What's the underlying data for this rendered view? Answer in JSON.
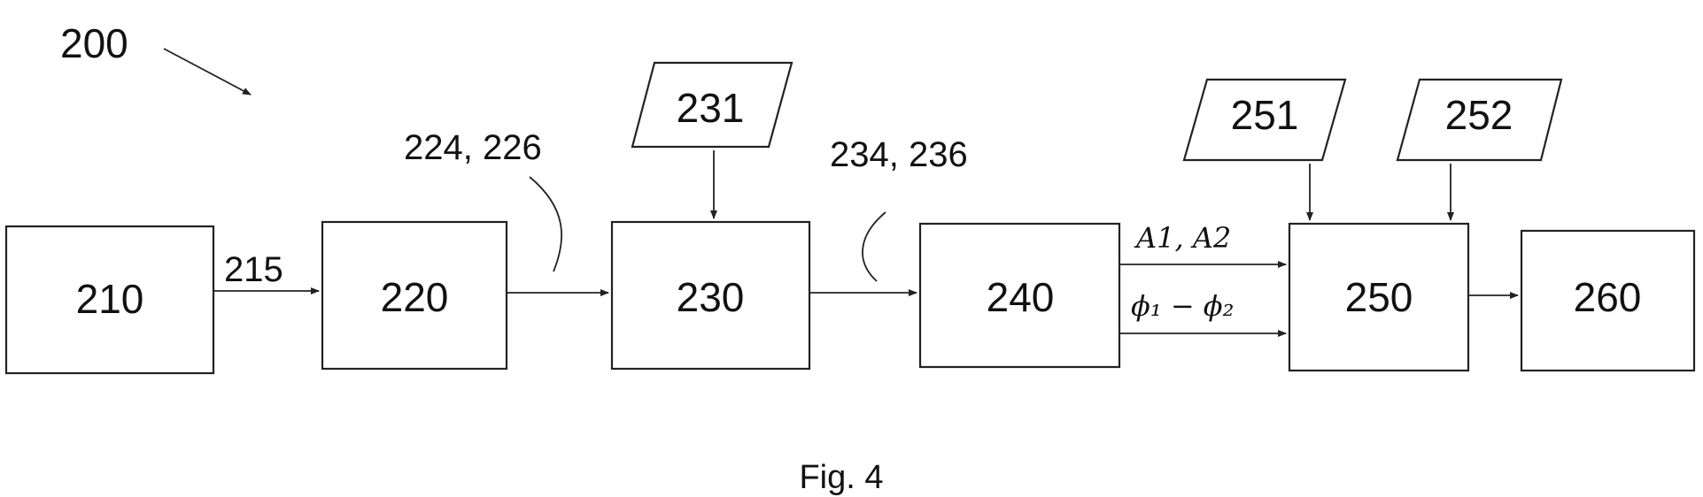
{
  "diagram": {
    "figure_number": "200",
    "caption": "Fig. 4",
    "blocks": {
      "b210": "210",
      "b220": "220",
      "b230": "230",
      "b240": "240",
      "b250": "250",
      "b260": "260"
    },
    "inputs": {
      "p231": "231",
      "p251": "251",
      "p252": "252"
    },
    "connections": {
      "c215": "215",
      "c224": "224, 226",
      "c234": "234, 236",
      "c_amp": "A1, A2",
      "c_phase": "ϕ₁ − ϕ₂"
    }
  }
}
